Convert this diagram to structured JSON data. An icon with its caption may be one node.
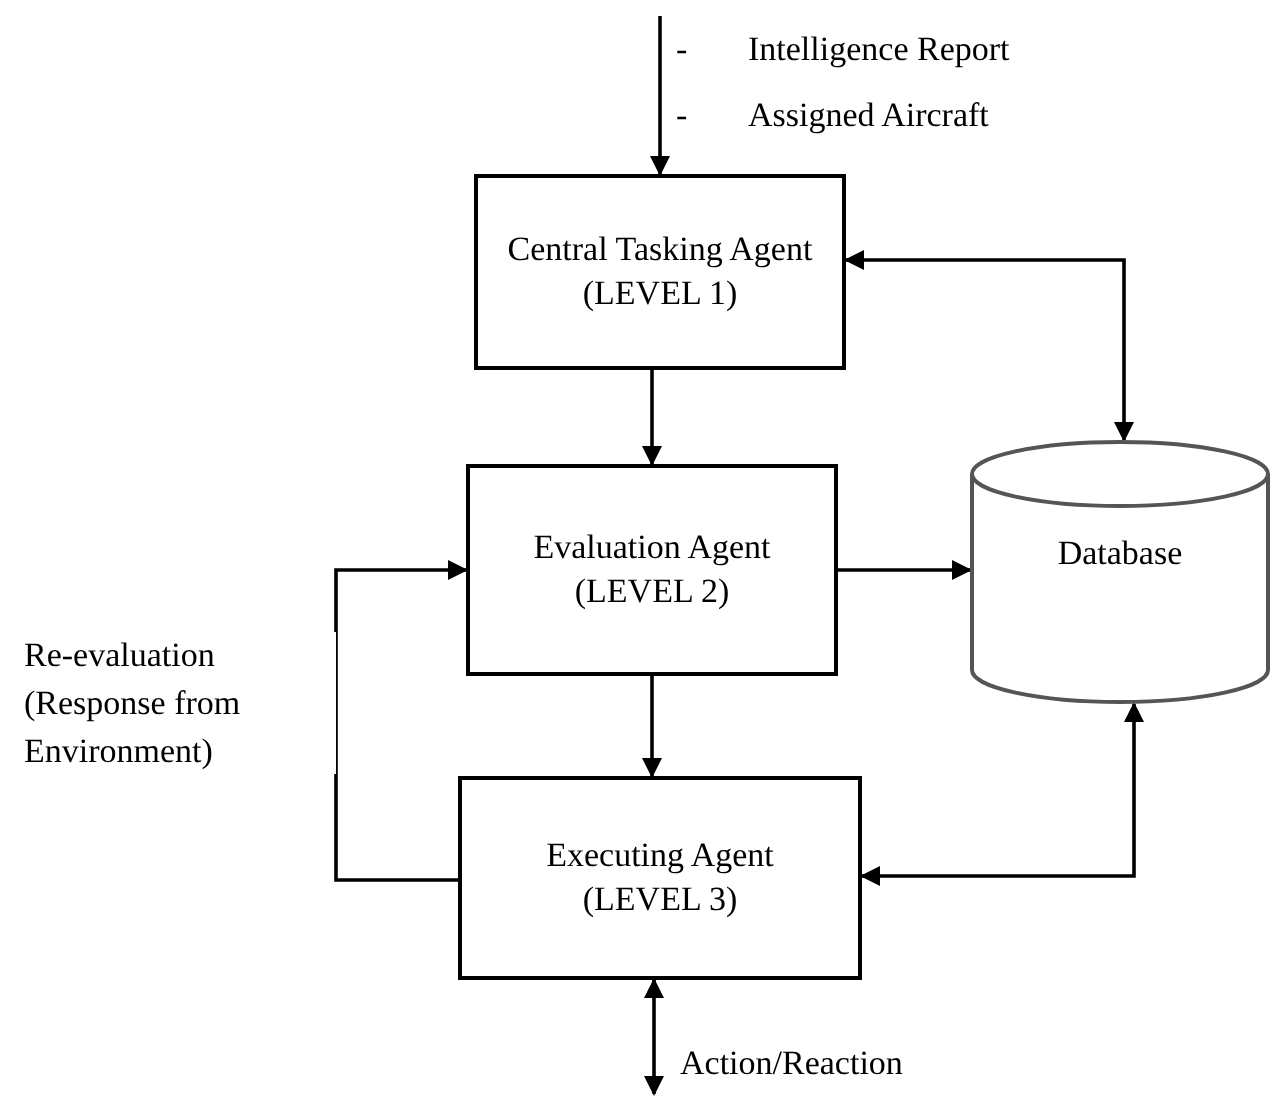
{
  "diagram": {
    "nodes": [
      {
        "text": [
          "Central Tasking Agent (LEVEL 1)"
        ]
      },
      {
        "text": [
          "Evaluation Agent (LEVEL 2)"
        ]
      },
      {
        "text": [
          "Executing Agent (LEVEL 3)"
        ]
      },
      {
        "text": [
          "Database"
        ]
      }
    ],
    "edges": [
      {
        "from": null,
        "to": 0,
        "arrow": "to"
      },
      {
        "from": 3,
        "to": 0,
        "arrow": "both"
      },
      {
        "from": 0,
        "to": 1,
        "arrow": "to"
      },
      {
        "from": 1,
        "to": 3,
        "arrow": "to"
      },
      {
        "from": 1,
        "to": 2,
        "arrow": "to"
      },
      {
        "from": 2,
        "to": 1,
        "arrow": "to",
        "label": "Re-evaluation (Response from Environment)"
      },
      {
        "from": 2,
        "to": 3,
        "arrow": "both"
      },
      {
        "from": 2,
        "to": null,
        "arrow": "both",
        "label": "Action/Reaction"
      }
    ],
    "labels": [
      "-",
      "Intelligence Report",
      "-",
      "Assigned Aircraft"
    ]
  }
}
